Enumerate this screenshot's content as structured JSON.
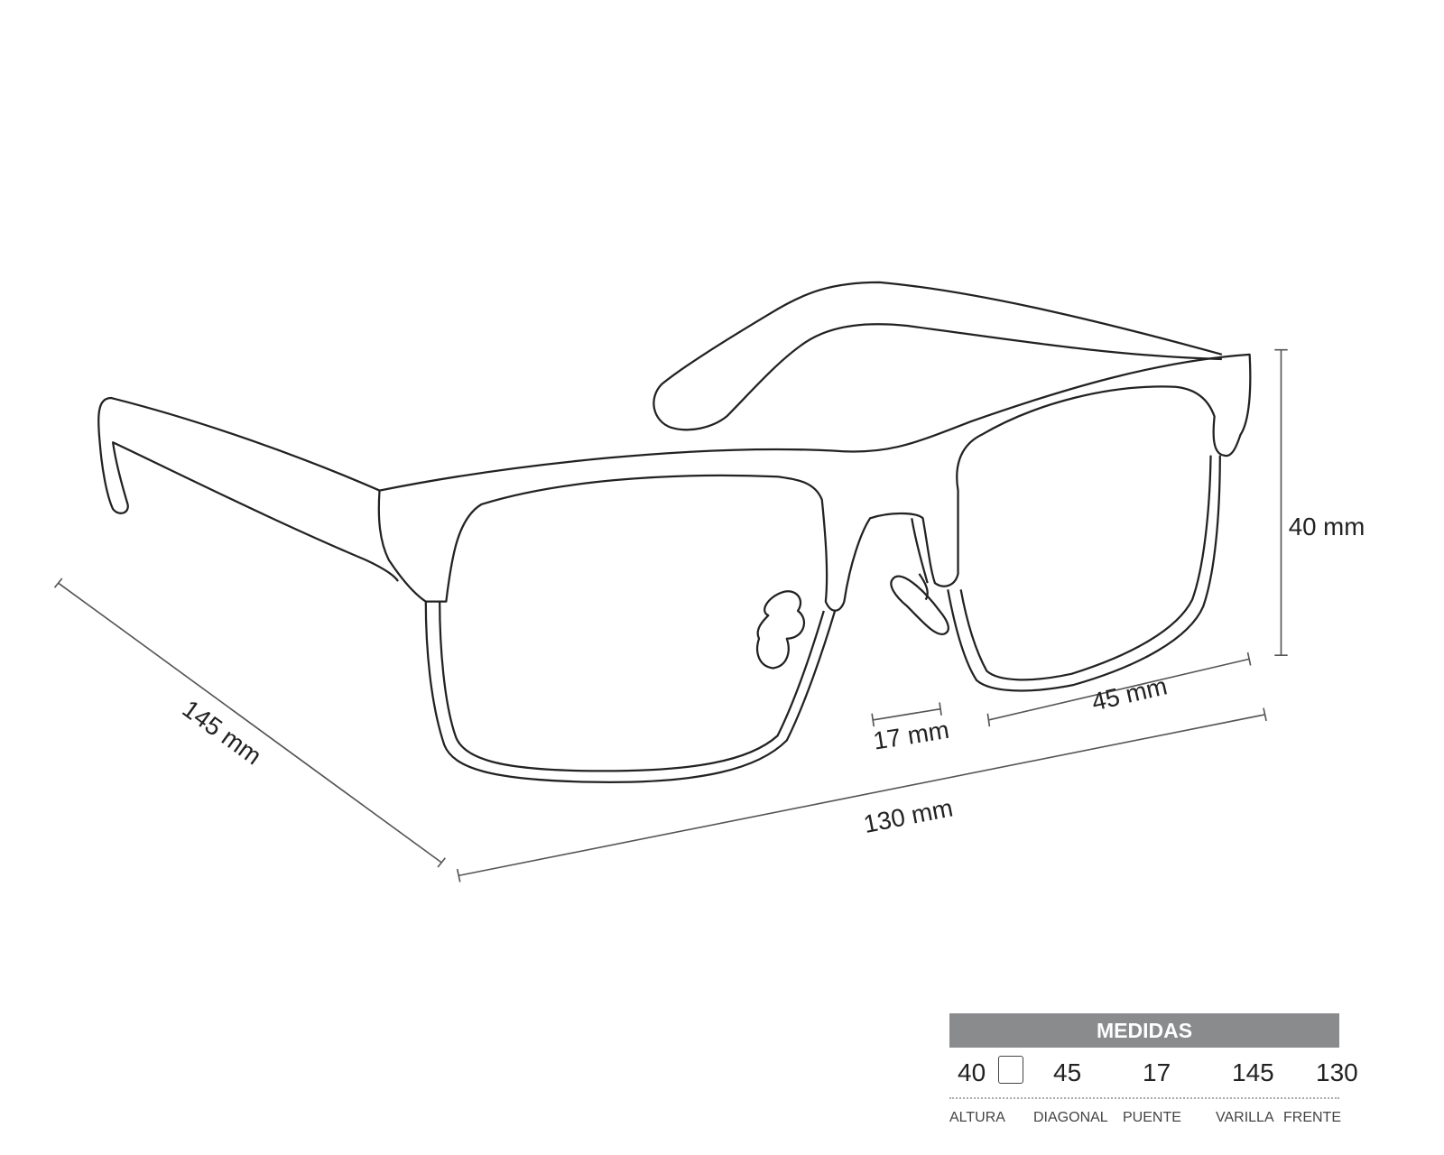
{
  "dimensions": {
    "height": "40 mm",
    "lens_width": "45 mm",
    "bridge": "17 mm",
    "temple": "145 mm",
    "front": "130 mm"
  },
  "table": {
    "title": "MEDIDAS",
    "values": [
      "40",
      "45",
      "17",
      "145",
      "130"
    ],
    "labels": [
      "ALTURA",
      "DIAGONAL",
      "PUENTE",
      "VARILLA",
      "FRENTE"
    ]
  },
  "colors": {
    "header_bg": "#8a8b8d",
    "line": "#222222",
    "dim_line": "#555555"
  }
}
